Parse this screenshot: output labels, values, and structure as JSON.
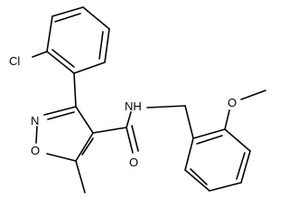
{
  "molecule": {
    "atoms": {
      "chlorine": "Cl",
      "isoxazole_nitrogen": "N",
      "isoxazole_oxygen": "O",
      "carbonyl_oxygen": "O",
      "amide_nh": "NH",
      "methoxy_oxygen": "O"
    }
  },
  "colors": {
    "bond": "#000000",
    "label": "#000000",
    "background": "#ffffff"
  }
}
